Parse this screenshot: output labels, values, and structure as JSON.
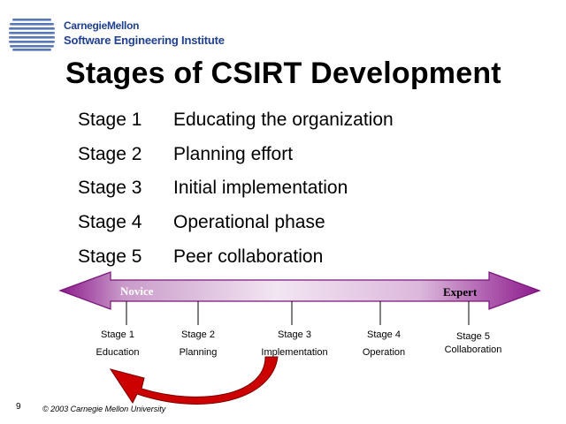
{
  "header": {
    "logo_line1": "CarnegieMellon",
    "logo_line2": "Software Engineering Institute",
    "logo_icon": "cmu-sei-logo-icon"
  },
  "title": "Stages of CSIRT Development",
  "stages": [
    {
      "number": "Stage 1",
      "description": "Educating the organization"
    },
    {
      "number": "Stage 2",
      "description": "Planning effort"
    },
    {
      "number": "Stage 3",
      "description": "Initial implementation"
    },
    {
      "number": "Stage 4",
      "description": "Operational phase"
    },
    {
      "number": "Stage 5",
      "description": "Peer collaboration"
    }
  ],
  "progression": {
    "start_label": "Novice",
    "end_label": "Expert",
    "ticks": [
      {
        "top": "Stage 1",
        "bottom": "Education"
      },
      {
        "top": "Stage 2",
        "bottom": "Planning"
      },
      {
        "top": "Stage 3",
        "bottom": "Implementation"
      },
      {
        "top": "Stage 4",
        "bottom": "Operation"
      },
      {
        "top": "Stage 5",
        "bottom": "Collaboration"
      }
    ],
    "colors": {
      "arrow_dark": "#8c1a8c",
      "arrow_light": "#f2e6f2",
      "cycle_arrow": "#cc0000"
    }
  },
  "footer": {
    "page_number": "9",
    "copyright": "© 2003 Carnegie Mellon University"
  }
}
